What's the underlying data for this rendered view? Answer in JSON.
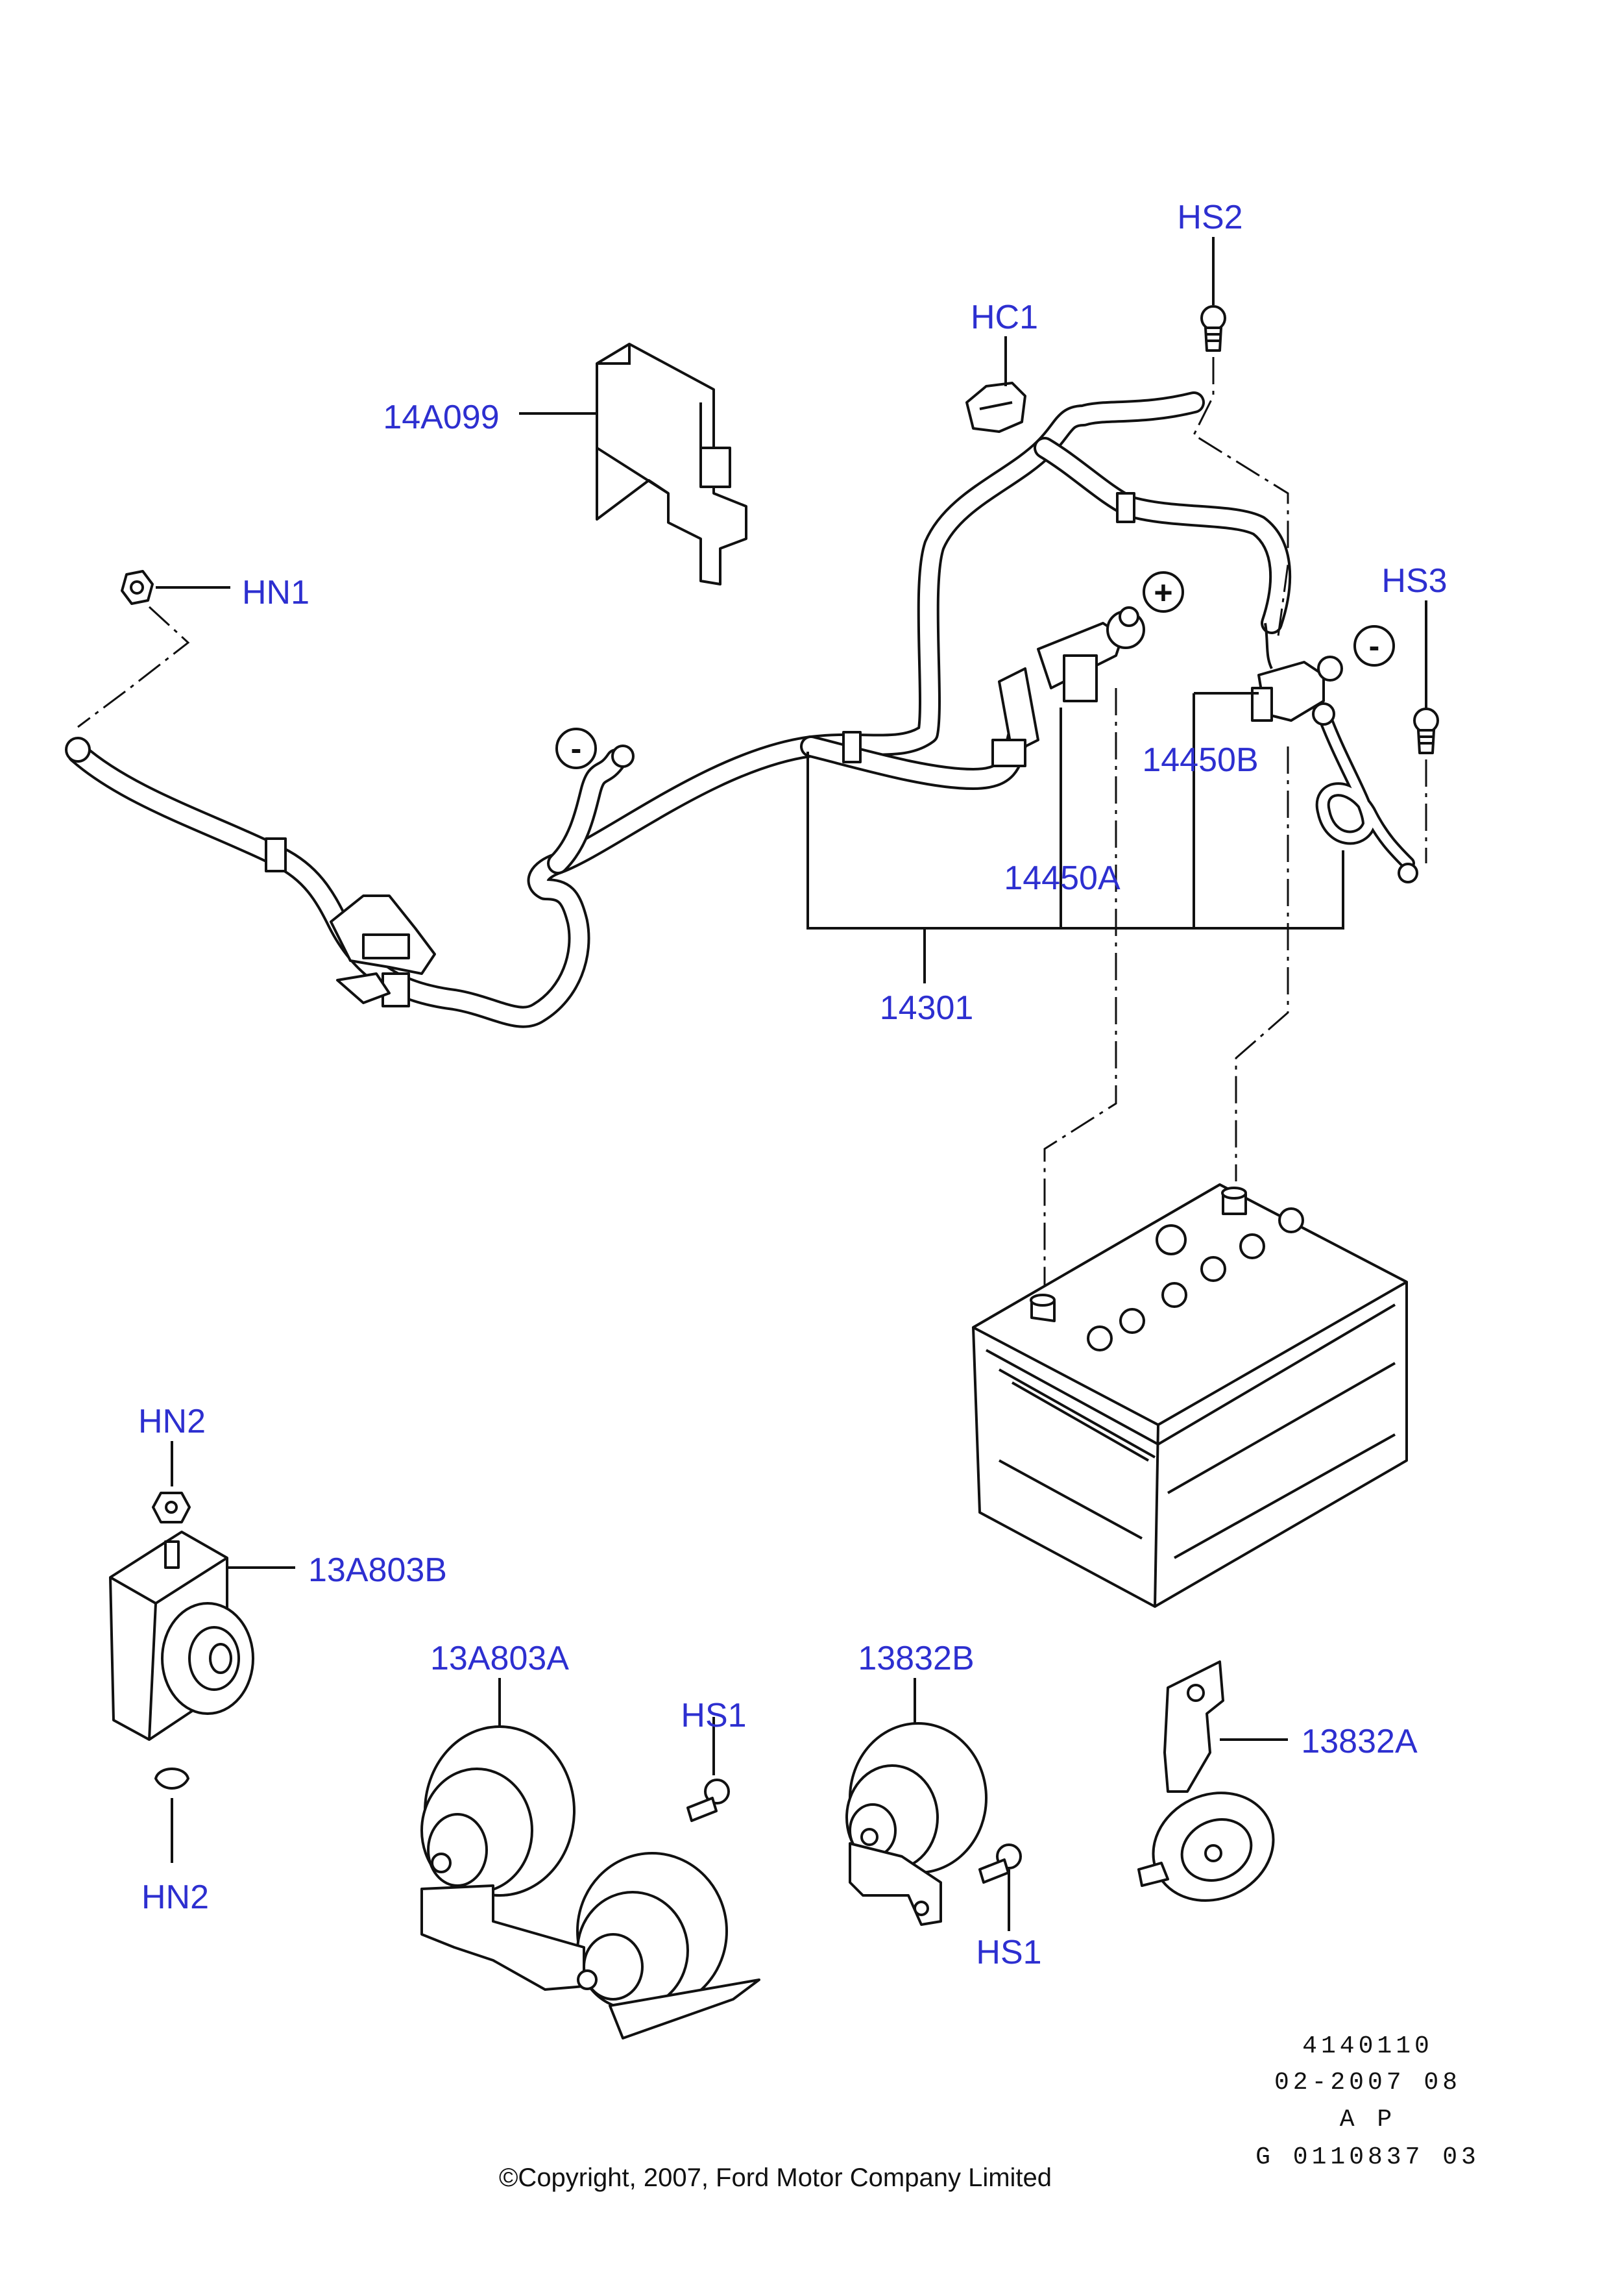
{
  "callouts": {
    "hs2": "HS2",
    "hc1": "HC1",
    "p14a099": "14A099",
    "hn1": "HN1",
    "hs3": "HS3",
    "p14450b": "14450B",
    "p14450a": "14450A",
    "p14301": "14301",
    "hn2_top": "HN2",
    "p13a803b": "13A803B",
    "hn2_bottom": "HN2",
    "p13a803a": "13A803A",
    "hs1_left": "HS1",
    "p13832b": "13832B",
    "hs1_right": "HS1",
    "p13832a": "13832A"
  },
  "polarity": {
    "positive": "+",
    "negative_1": "-",
    "negative_2": "-"
  },
  "info_block": {
    "line1": "4140110",
    "line2": "02-2007 08",
    "line3": "A P",
    "line4": "G 0110837 03"
  },
  "copyright": "©Copyright, 2007, Ford Motor Company Limited"
}
